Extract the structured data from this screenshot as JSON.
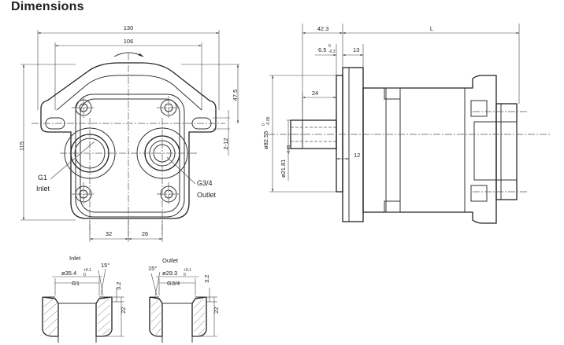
{
  "heading": "Dimensions",
  "front_view": {
    "dim_overall_width": "130",
    "dim_bolt_width": "106",
    "dim_height": "115",
    "dim_right_offset": "47.5",
    "dim_slot": "2-12",
    "dim_inlet_spacing": "32",
    "dim_outlet_spacing": "26",
    "inlet_thread": "G1",
    "inlet_label": "Inlet",
    "outlet_thread": "G3/4",
    "outlet_label": "Outlet"
  },
  "side_view": {
    "dim_flange": "42.3",
    "dim_length": "L",
    "dim_pilot": "6.5",
    "dim_pilot_tol_upper": "0",
    "dim_pilot_tol_lower": "-0.2",
    "dim_flange_thk": "13",
    "dim_shaft_len": "24",
    "dim_key": "12",
    "dim_pilot_dia": "ø82.55",
    "dim_pilot_dia_tol_upper": "0",
    "dim_pilot_dia_tol_lower": "-0.05",
    "dim_shaft_dia": "ø21.81",
    "dim_shaft_dia_tol": "-0.05"
  },
  "inlet_detail": {
    "label": "Inlet",
    "angle": "15°",
    "counterbore": "ø35.4",
    "cb_tol_upper": "+0.1",
    "cb_tol_lower": "0",
    "thread": "G1",
    "depth_small": "3.2",
    "depth": "22"
  },
  "outlet_detail": {
    "label": "Outlet",
    "angle": "15°",
    "counterbore": "ø29.3",
    "cb_tol_upper": "+0.1",
    "cb_tol_lower": "0",
    "thread": "G3/4",
    "depth_small": "3.2",
    "depth": "22"
  }
}
